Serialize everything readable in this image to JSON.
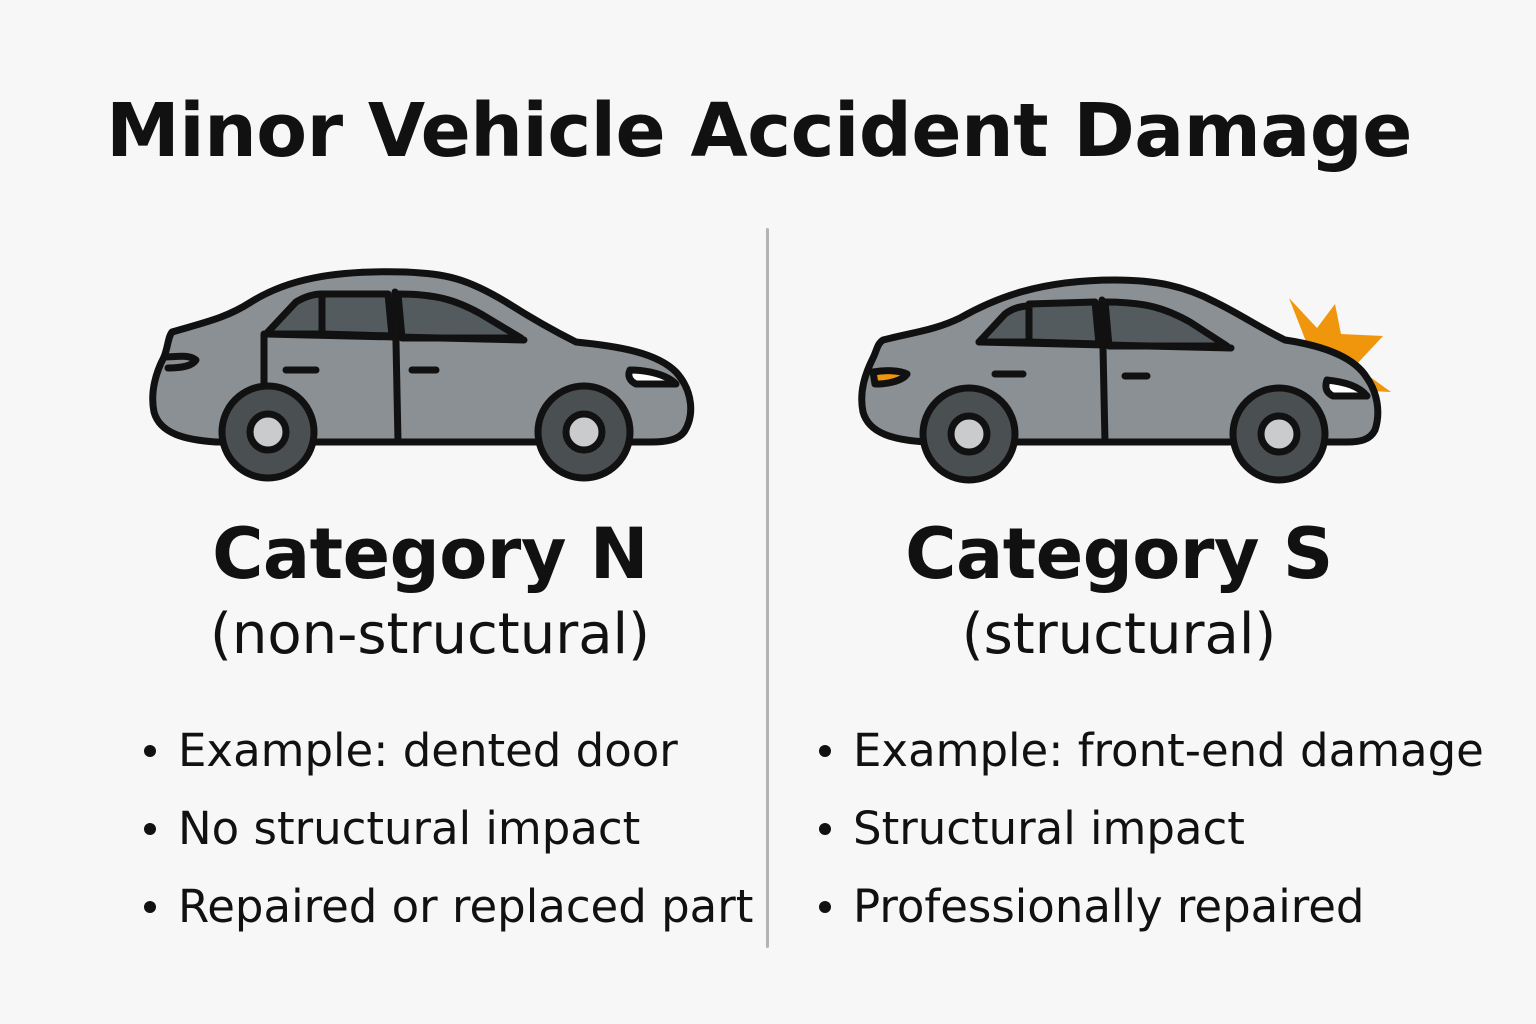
{
  "title": "Minor Vehicle Accident Damage",
  "colors": {
    "background": "#f7f7f7",
    "car_body": "#8a9094",
    "car_window": "#535b5e",
    "tire": "#4a4f52",
    "hub": "#c9cbcc",
    "outline": "#111111",
    "impact": "#f0960c",
    "divider": "#b3b3b3"
  },
  "categories": [
    {
      "icon": "car-icon",
      "heading": "Category N",
      "subheading": "(non-structural)",
      "bullets": [
        "Example: dented door",
        "No structural impact",
        "Repaired or replaced part"
      ]
    },
    {
      "icon": "damaged-car-icon",
      "heading": "Category S",
      "subheading": "(structural)",
      "bullets": [
        "Example: front-end damage",
        "Structural impact",
        "Professionally repaired"
      ]
    }
  ]
}
